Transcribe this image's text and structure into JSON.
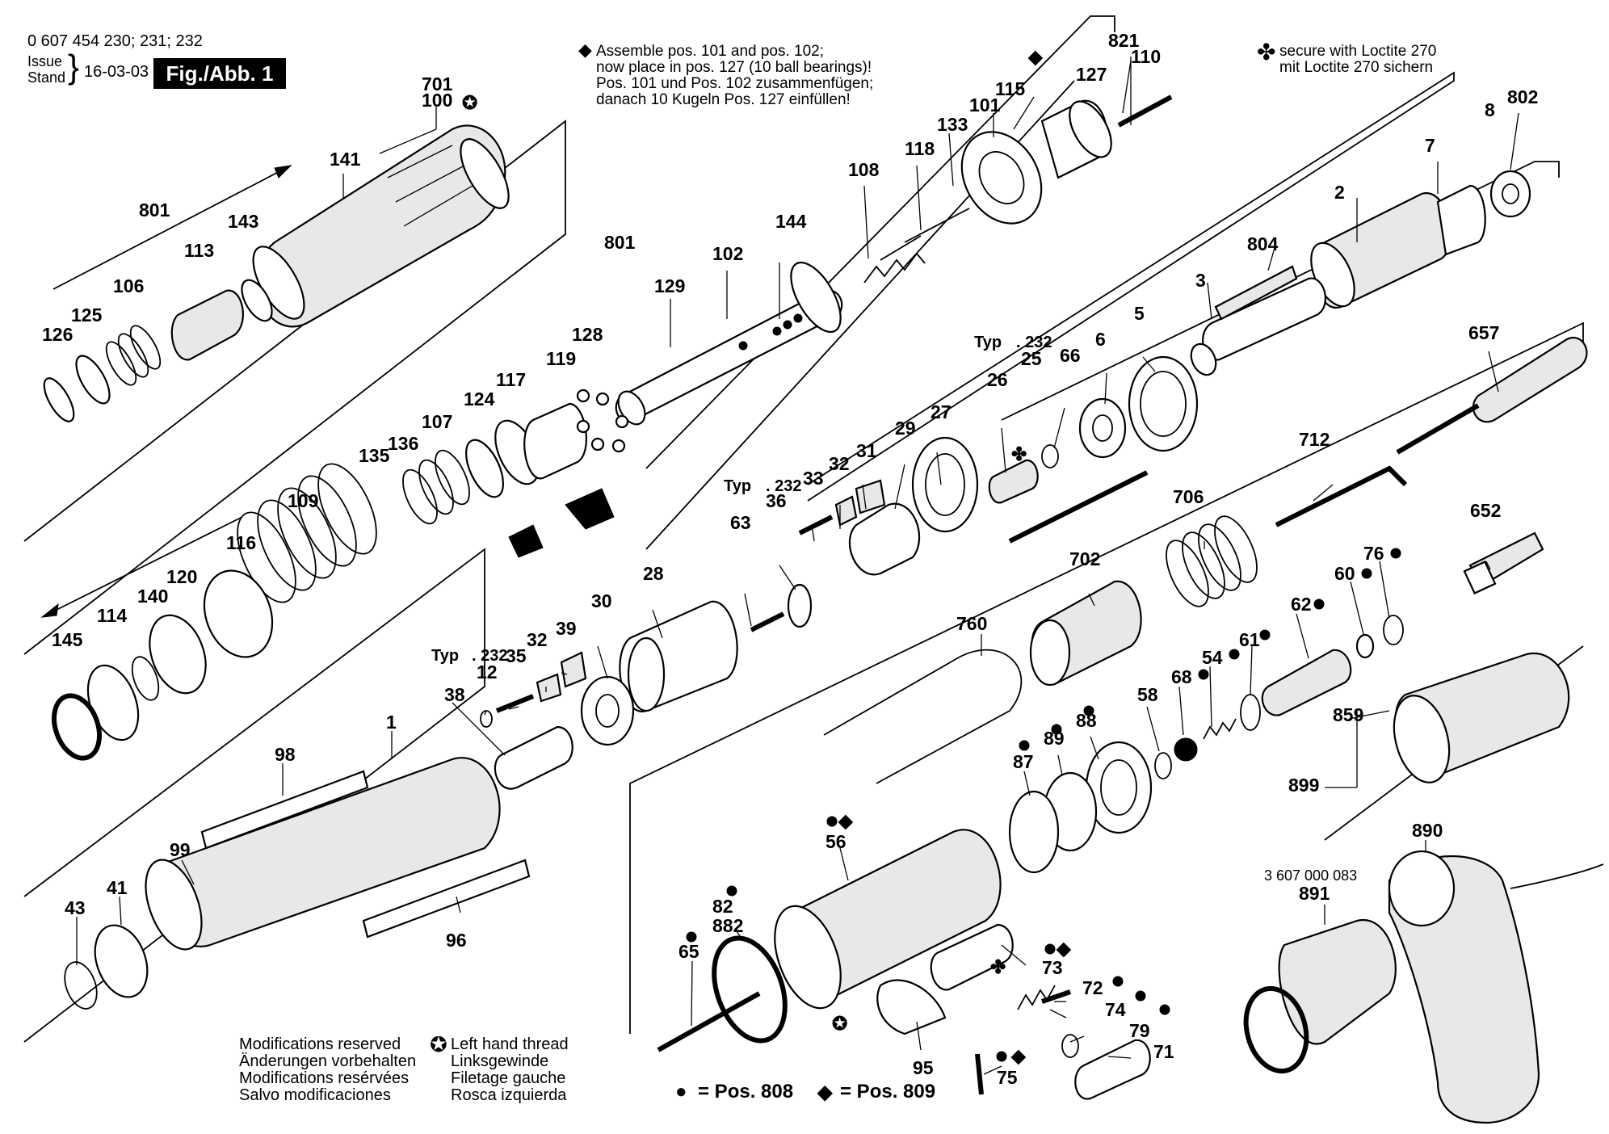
{
  "header": {
    "doc_number": "0 607 454 230; 231; 232",
    "issue_label": "Issue",
    "stand_label": "Stand",
    "date": "16-03-03",
    "figure_label": "Fig./Abb. 1"
  },
  "notes": {
    "assemble": [
      "Assemble pos. 101 and pos. 102;",
      "now place in pos. 127 (10 ball bearings)!",
      "Pos. 101 und Pos. 102 zusammenfügen;",
      "danach 10 Kugeln Pos. 127 einfüllen!"
    ],
    "loctite": [
      "secure with Loctite 270",
      "mit Loctite 270 sichern"
    ]
  },
  "legend": {
    "modifications": [
      "Modifications reserved",
      "Änderungen vorbehalten",
      "Modifications resérvées",
      "Salvo modificaciones"
    ],
    "left_hand": [
      "Left hand thread",
      "Linksgewinde",
      "Filetage gauche",
      "Rosca izquierda"
    ],
    "pos808": "= Pos. 808",
    "pos809": "= Pos. 809"
  },
  "typ_labels": {
    "typ": "Typ",
    "variant": ". 232"
  },
  "code_label": "3 607 000 083",
  "part_labels": [
    "701",
    "100",
    "141",
    "801",
    "143",
    "113",
    "106",
    "125",
    "126",
    "821",
    "110",
    "127",
    "115",
    "101",
    "133",
    "118",
    "108",
    "144",
    "102",
    "129",
    "801",
    "128",
    "119",
    "117",
    "124",
    "107",
    "136",
    "135",
    "109",
    "116",
    "120",
    "140",
    "114",
    "145",
    "802",
    "7",
    "8",
    "2",
    "804",
    "3",
    "657",
    "66",
    "6",
    "5",
    "25",
    "26",
    "27",
    "29",
    "31",
    "32",
    "33",
    "36",
    "63",
    "712",
    "706",
    "652",
    "702",
    "28",
    "30",
    "39",
    "32",
    "35",
    "12",
    "38",
    "76",
    "60",
    "62",
    "61",
    "54",
    "68",
    "58",
    "760",
    "88",
    "89",
    "87",
    "1",
    "98",
    "99",
    "96",
    "41",
    "43",
    "56",
    "82",
    "882",
    "65",
    "73",
    "72",
    "74",
    "79",
    "71",
    "95",
    "75",
    "859",
    "899",
    "890",
    "891"
  ]
}
